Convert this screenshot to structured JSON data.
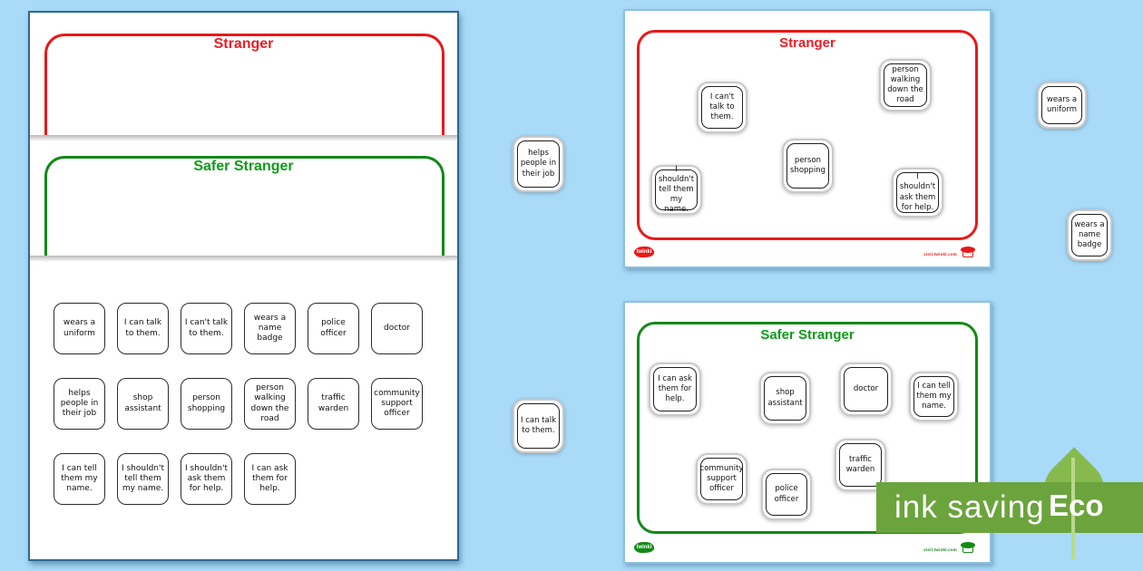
{
  "colors": {
    "background": "#a9daf8",
    "stranger_red": "#e8191c",
    "safer_green": "#128a16",
    "banner_green": "#6ba43c",
    "leaf_green": "#87ba4d"
  },
  "left_stack": {
    "stranger_title": "Stranger",
    "safer_title": "Safer Stranger",
    "rows": [
      [
        "wears a uniform",
        "I can talk to them.",
        "I can't talk to them.",
        "wears a name badge",
        "police officer",
        "doctor"
      ],
      [
        "helps people in their job",
        "shop assistant",
        "person shopping",
        "person walking down the road",
        "traffic warden",
        "community support officer"
      ],
      [
        "I can tell them my name.",
        "I shouldn't tell them my name.",
        "I shouldn't ask them for help.",
        "I can ask them for help."
      ]
    ]
  },
  "stranger_page": {
    "title": "Stranger",
    "cards": [
      "I can't talk to them.",
      "person walking down the road",
      "person shopping",
      "I shouldn't tell them my name.",
      "I shouldn't ask them for help."
    ],
    "brand": "twinkl",
    "footer_link": "visit twinkl.com"
  },
  "safer_page": {
    "title": "Safer Stranger",
    "cards": [
      "I can ask them for help.",
      "shop assistant",
      "doctor",
      "I can tell them my name.",
      "community support officer",
      "police officer",
      "traffic warden"
    ],
    "brand": "twinkl",
    "footer_link": "visit twinkl.com"
  },
  "floating_cards": [
    "helps people in their job",
    "I can talk to them.",
    "wears a uniform",
    "wears a name badge"
  ],
  "eco_banner": {
    "label": "ink saving",
    "badge": "Eco"
  }
}
